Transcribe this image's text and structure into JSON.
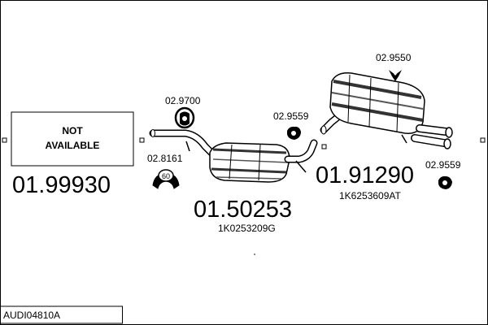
{
  "colors": {
    "stroke": "#000000",
    "part_fill": "#ffffff",
    "part_shade": "#3a3a3a",
    "background": "#ffffff"
  },
  "diagram_code": "AUDI04810A",
  "not_available_box": {
    "line1": "NOT",
    "line2": "AVAILABLE"
  },
  "parts": {
    "front": {
      "number": "01.99930"
    },
    "center": {
      "number": "01.50253",
      "oem": "1K0253209G"
    },
    "rear": {
      "number": "01.91290",
      "oem": "1K6253609AT"
    }
  },
  "accessories": {
    "clamp_front": {
      "number": "02.9700"
    },
    "ring_60": {
      "number": "02.8161",
      "size_label": "60"
    },
    "rubber_center": {
      "number": "02.9559"
    },
    "rubber_top": {
      "number": "02.9550"
    },
    "rubber_right": {
      "number": "02.9559"
    }
  }
}
